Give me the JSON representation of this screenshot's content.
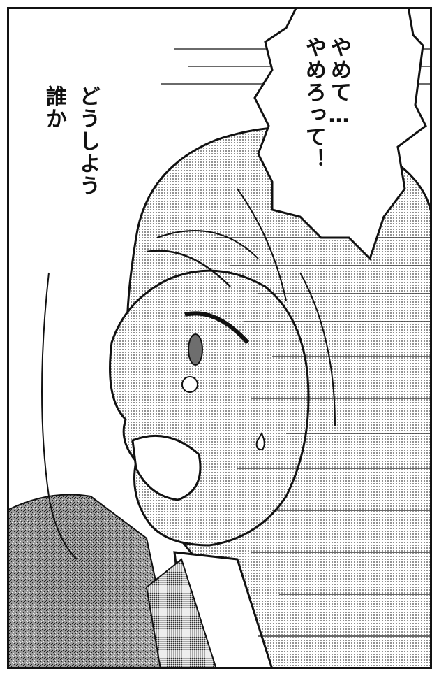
{
  "panel": {
    "speech_bubble": {
      "lines": [
        "やめて…",
        "やめろって！"
      ]
    },
    "thought": {
      "lines": [
        "どうしよう",
        "誰か"
      ]
    }
  },
  "colors": {
    "ink": "#111111",
    "paper": "#ffffff",
    "screentone_light": "#d9d9d9",
    "screentone_mid": "#a8a8a8",
    "screentone_dark": "#6e6e6e"
  }
}
